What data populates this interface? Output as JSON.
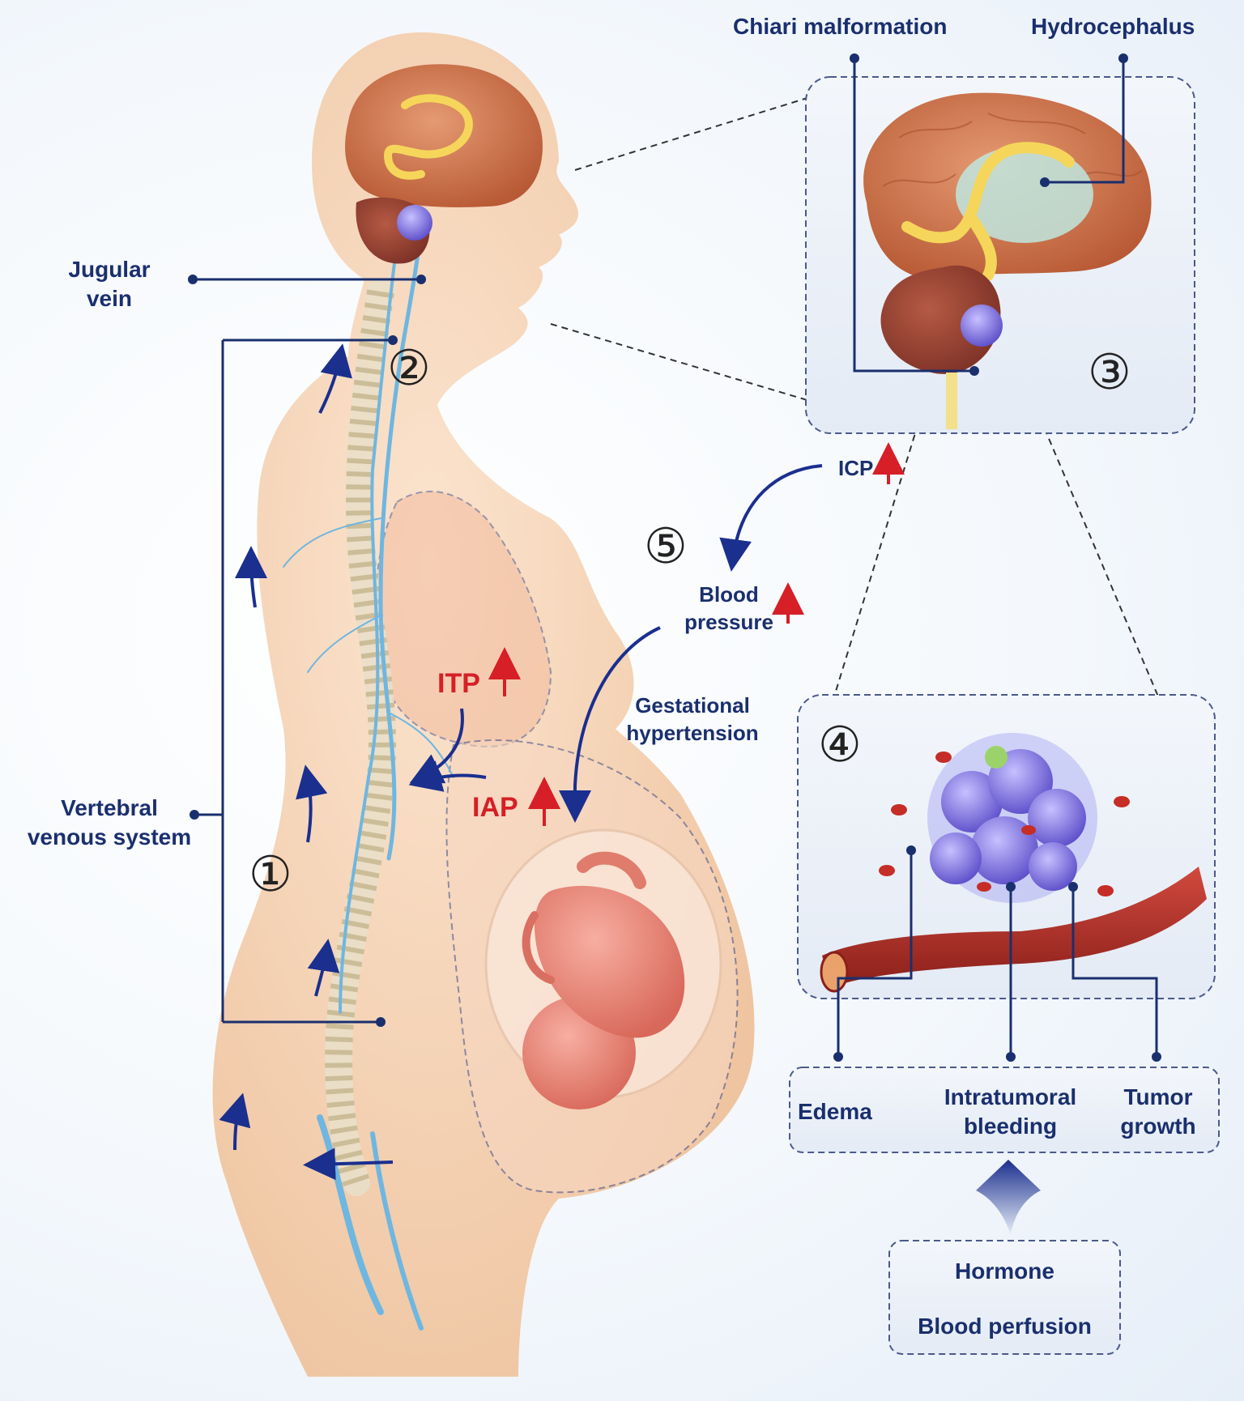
{
  "labels": {
    "chiari": "Chiari malformation",
    "hydrocephalus": "Hydrocephalus",
    "jugular_line1": "Jugular",
    "jugular_line2": "vein",
    "vertebral_line1": "Vertebral",
    "vertebral_line2": "venous system",
    "icp": "ICP",
    "blood_line1": "Blood",
    "blood_line2": "pressure",
    "gestational_line1": "Gestational",
    "gestational_line2": "hypertension",
    "itp": "ITP",
    "iap": "IAP",
    "edema": "Edema",
    "bleeding_line1": "Intratumoral",
    "bleeding_line2": "bleeding",
    "growth_line1": "Tumor",
    "growth_line2": "growth",
    "hormone": "Hormone",
    "perfusion": "Blood perfusion"
  },
  "markers": {
    "m1": "①",
    "m2": "②",
    "m3": "③",
    "m4": "④",
    "m5": "⑤"
  },
  "colors": {
    "label_navy": "#1a2f6e",
    "increase_red": "#d61f26",
    "skin": "#f4c9a4",
    "brain": "#d4754a",
    "vein_blue": "#6fb6e0"
  }
}
